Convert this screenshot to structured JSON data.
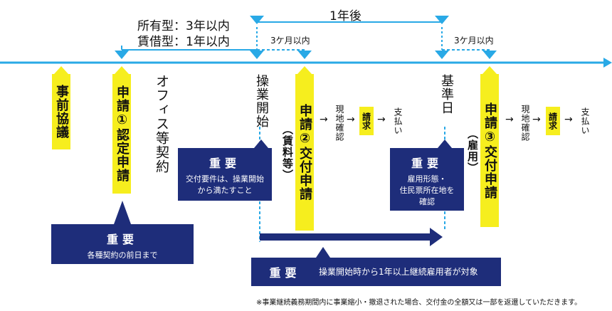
{
  "period_labels": {
    "owned": "所有型：3年以内",
    "leased": "賃借型：1年以内",
    "one_year_after": "1年後",
    "three_months_1": "3ケ月以内",
    "three_months_2": "3ケ月以内"
  },
  "steps": {
    "pre_consult": "事前協議",
    "app1": "申請①認定申請",
    "office_contract": "オフィス等契約",
    "op_start": "操業開始",
    "app2_main": "申請②交付申請",
    "app2_sub": "（賃料等）",
    "base_date": "基準日",
    "app3_main": "申請③交付申請",
    "app3_sub": "（雇用）"
  },
  "flow": {
    "site_check_1": "現地確認",
    "request_1": "請求",
    "payment_1": "支払い",
    "site_check_2": "現地確認",
    "request_2": "請求",
    "payment_2": "支払い",
    "arrow": "→"
  },
  "notes": {
    "important_1_title": "重要",
    "important_1_body": "各種契約の前日まで",
    "important_2_title": "重要",
    "important_2_body_1": "交付要件は、操業開始",
    "important_2_body_2": "から満たすこと",
    "important_3_title": "重要",
    "important_3_body_1": "雇用形態・",
    "important_3_body_2": "住民票所在地を",
    "important_3_body_3": "確認",
    "important_4_title": "重要",
    "important_4_body": "操業開始時から1年以上継続雇用者が対象"
  },
  "footnote": "※事業継続義務期間内に事業縮小・撤退された場合、交付金の全額又は一部を返還していただきます。",
  "colors": {
    "timeline_blue": "#29a9e6",
    "navy": "#1e2d7a",
    "yellow": "#f6ee1e"
  }
}
